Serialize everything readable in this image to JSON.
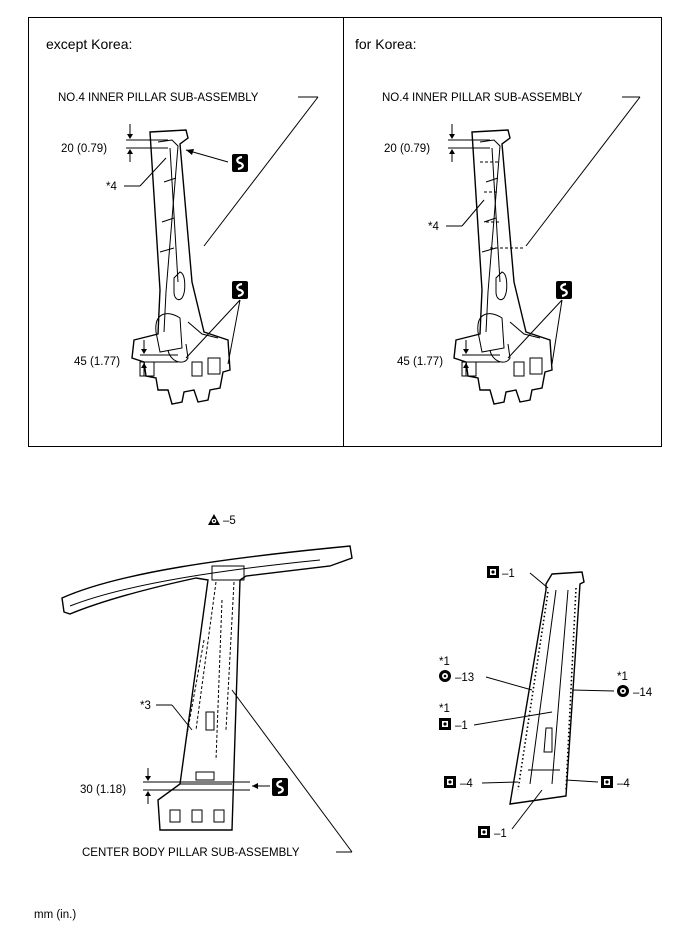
{
  "panels": {
    "left": {
      "title": "except Korea:",
      "part_label": "NO.4 INNER PILLAR SUB-ASSEMBLY",
      "dim_top": "20 (0.79)",
      "dim_bottom": "45 (1.77)",
      "callout": "*4"
    },
    "right": {
      "title": "for Korea:",
      "part_label": "NO.4 INNER PILLAR SUB-ASSEMBLY",
      "dim_top": "20 (0.79)",
      "dim_bottom": "45 (1.77)",
      "callout": "*4"
    }
  },
  "center_pillar": {
    "part_label": "CENTER BODY PILLAR SUB-ASSEMBLY",
    "dim": "30 (1.18)",
    "callout": "*3",
    "weld_marker": "5"
  },
  "small_pillar": {
    "label_top": "1",
    "label_13_ref": "*1",
    "label_13": "13",
    "label_14_ref": "*1",
    "label_14": "14",
    "label_mid_ref": "*1",
    "label_mid": "1",
    "label_left4": "4",
    "label_right4": "4",
    "label_bottom": "1"
  },
  "unit": "mm (in.)",
  "icons": {
    "cut-symbol": "s-wave-cut-icon",
    "spot-weld": "square-spot-weld-icon",
    "triangle-weld": "triangle-weld-icon"
  }
}
